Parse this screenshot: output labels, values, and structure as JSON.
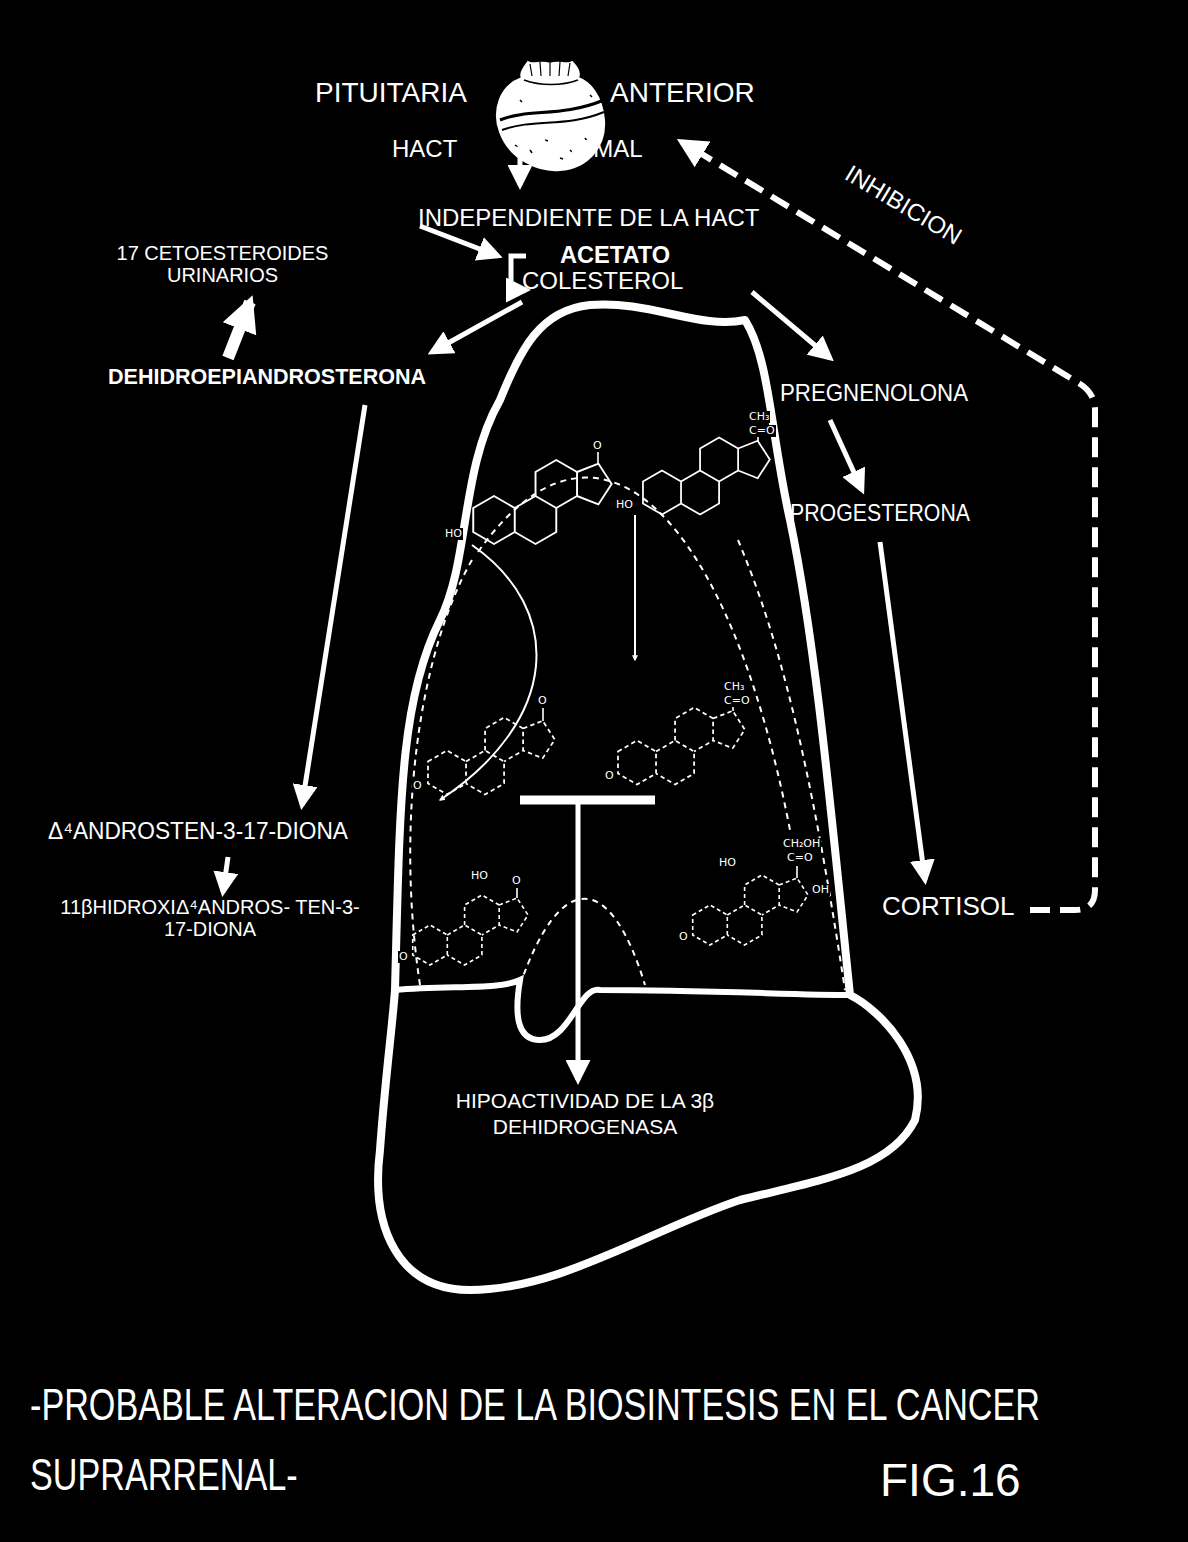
{
  "diagram": {
    "caption": "-PROBABLE ALTERACION DE LA BIOSINTESIS EN EL CANCER SUPRARRENAL-",
    "nodes": [
      {
        "text": [
          "HIPOACTIVIDAD DE LA 3β DEHIDROGENASA"
        ]
      }
    ],
    "labels": [
      "PITUITARIA",
      "ANTERIOR",
      "HACT",
      "NORMAL",
      "INHIBICION",
      "INDEPENDIENTE DE LA HACT",
      "ACETATO",
      "COLESTEROL",
      "17 CETOESTEROIDES URINARIOS",
      "DEHIDROEPIANDROSTERONA",
      "PREGNENOLONA",
      "PROGESTERONA",
      "CORTISOL",
      "Δ⁴ANDROSTEN-3-17-DIONA",
      "11βHIDROXIΔ⁴ANDROS- TEN-3-17-DIONA",
      "FIG.16",
      "O",
      "HO",
      "CH₃",
      "C=O",
      "HO",
      "O",
      "O",
      "CH₃",
      "C=O",
      "O",
      "HO",
      "O",
      "O",
      "CH₂OH",
      "C=O",
      "OH",
      "HO",
      "O"
    ]
  }
}
